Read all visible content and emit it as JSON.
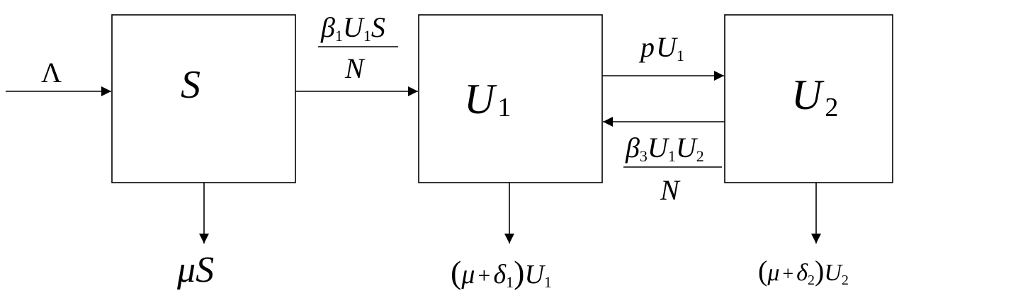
{
  "nodes": {
    "s": {
      "letter": "S",
      "sub": ""
    },
    "u1": {
      "letter": "U",
      "sub": "1"
    },
    "u2": {
      "letter": "U",
      "sub": "2"
    }
  },
  "edges": {
    "inflow": {
      "symbol": "Λ"
    },
    "s_to_u1": {
      "numerator": {
        "b": "β",
        "b_sub": "1",
        "u": "U",
        "u_sub": "1",
        "s": "S"
      },
      "denominator": "N"
    },
    "u1_to_u2": {
      "p": "p",
      "u": "U",
      "u_sub": "1"
    },
    "u2_to_u1": {
      "numerator": {
        "b": "β",
        "b_sub": "3",
        "u": "U",
        "u_sub": "1",
        "u2": "U",
        "u2_sub": "2"
      },
      "denominator": "N"
    }
  },
  "outflows": {
    "s": {
      "mu": "μ",
      "s": "S"
    },
    "u1": {
      "lp": "(",
      "mu": "μ",
      "plus": "+",
      "delta": "δ",
      "delta_sub": "1",
      "rp": ")",
      "u": "U",
      "u_sub": "1"
    },
    "u2": {
      "lp": "(",
      "mu": "μ",
      "plus": "+",
      "delta": "δ",
      "delta_sub": "2",
      "rp": ")",
      "u": "U",
      "u_sub": "2"
    }
  }
}
